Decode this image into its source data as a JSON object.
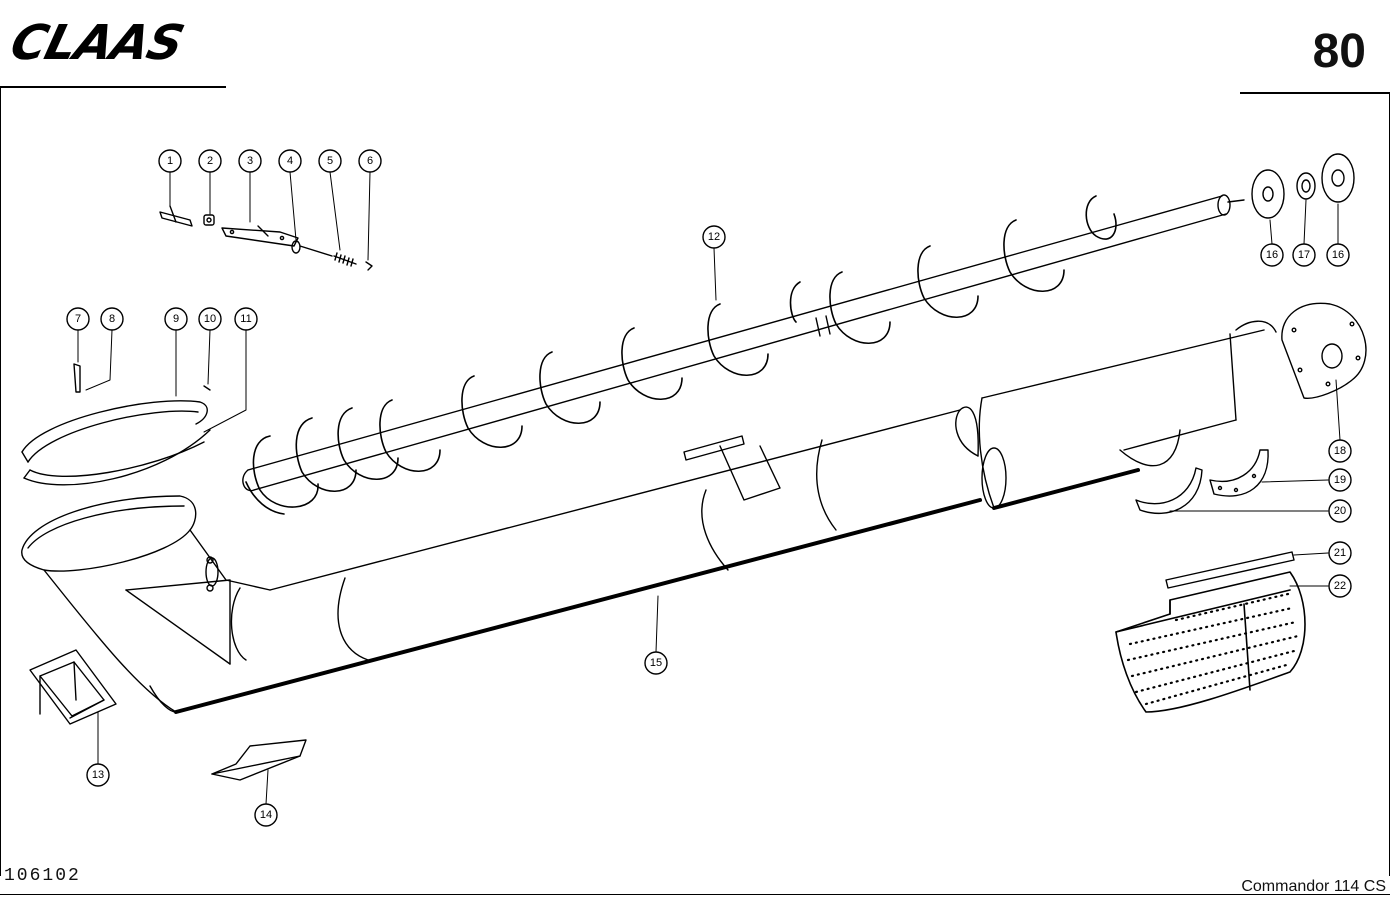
{
  "header": {
    "brand": "CLAAS",
    "page_number": "80"
  },
  "footer": {
    "drawing_number": "106102",
    "model": "Commandor 114 CS"
  },
  "callouts": [
    "1",
    "2",
    "3",
    "4",
    "5",
    "6",
    "7",
    "8",
    "9",
    "10",
    "11",
    "12",
    "13",
    "14",
    "15",
    "16",
    "17",
    "16",
    "18",
    "19",
    "20",
    "21",
    "22"
  ]
}
